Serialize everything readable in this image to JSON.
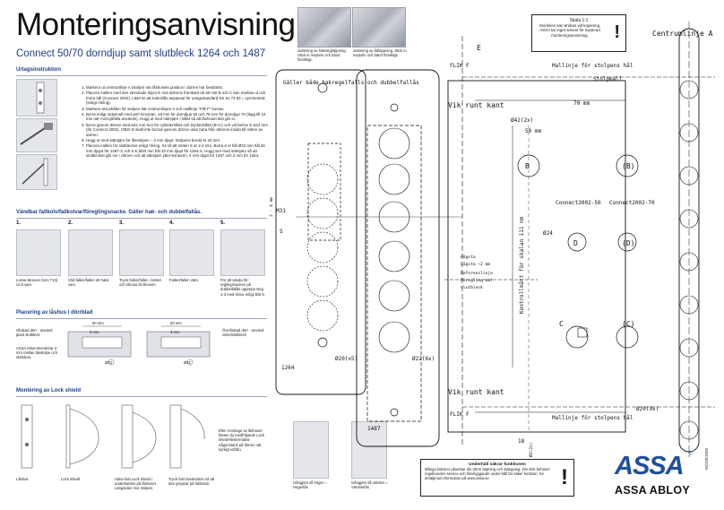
{
  "header": {
    "title": "Monteringsanvisning",
    "subtitle": "Connect 50/70 dorndjup samt slutbleck 1264 och 1487"
  },
  "photos_top": {
    "left_caption": "Justering av haktreglöppning. Stick in mejseln och bänd försiktigt.",
    "right_caption": "Justering av fallöppning. Stick in mejseln och bänd försiktigt."
  },
  "instructions": {
    "heading": "Urtagsinstruktion",
    "steps": [
      "Markera ut centrumlinje A (stolpe) när låshusets position i dörren har bestämts.",
      "Placera mallen med den streckade linjen E mot dörrens framkant så att mitt B och C kan markas ut och borra hål (Connect 2002). Läsrt är att insticklås anpassat för urtagsstandard SS 81 73 83 = symmetrisk (enligt ritning).",
      "Markera skruvhålen för stolpen där centrumlinjen A och malllinje \"Flik F\" korsas.",
      "Borra enligt stolpmall med ø20 mm/ytan. 18 mm för dorndjup 50 och 78 mm för dorndjup 70 (lägg till 10 mm när microjöfälla används). Hugg ut med stämjärn i hålet så att låshuset läst går in.",
      "Borra genom dörren med ø42 mm hon för cylinderhålet och tryckeshålet (B+C) och vid behov D ø24 mm (för Connect 2002). OBS! D skall inte borras igenom dörren utan bara från dörrens insida till mitten av dörren.",
      "Hugg ut med stämjärn för låsstolpen – 3 mm djupt. Stolpens bredd är 22 mm.",
      "Placera mallen för slutblecket enligt ritning. Se till att mitten S är 2-4 mm. Borra 6 st hål Ø22 mm hål 26 mm djupa för 1487-X och 5 st Ø20 mm hål 23 mm djupt för 1264-X. Hugg sen med stämjärn så att slutblecket går ner i dörren och att stämjärn ytter-konturen, 4 mm djupt för 1487 och 2 mm för 1264."
    ]
  },
  "vandbar": {
    "heading": "Vändbar fallkolv/fallkolvar/föreglingsnacke. Gäller hak- och dubbelfallås.",
    "steps": [
      {
        "n": "1.",
        "caption": "Lossa skruven (torx T10) ca 5 varv."
      },
      {
        "n": "2.",
        "caption": "Vrid fallen/fallen ett halvt varv."
      },
      {
        "n": "3.",
        "caption": "Tryck fallen/fallen i botten och skruva åt skruven."
      },
      {
        "n": "4.",
        "caption": "Fallen/fallen vänt."
      },
      {
        "n": "5.",
        "caption": "För att vända för-reglingsnacken på dubbelfallås upprepa steg 1-3 med skruv enligt bild 5."
      }
    ]
  },
  "placering": {
    "heading": "Placering av låshus i dörrblad",
    "left_note": "Ofalsad dörr - använd plant slutbleck",
    "assa_note": "ASSA rekommenderar 3 mm mellan låsstolpe och slutbleck.",
    "right_note": "Överfalsad dörr - använd vinkelslutbleck",
    "dim_50": "50 mm",
    "dim_3": "3 mm",
    "dim_phi42": "Ø42"
  },
  "lockshield": {
    "heading": "Montering av Lock shield",
    "captions": [
      "Låshus",
      "Lock shield",
      "Haka fast Lock shield i underkanten på låshuset. Längsidan mot stolpen.",
      "Tryck fast överkanten så att den greppar på fukkidan."
    ],
    "note": "Efter montage av låshuset fästes du medföljande Lock shield-klistermärke någonstans på dörren väl synligt utifrån."
  },
  "gangjarn": {
    "right": "Gångjärn till höger = Högerlås",
    "left": "Gångjärn till vänster = Vänsterlås"
  },
  "scale_box": {
    "title": "Skala 1:1",
    "note": "Storleken kan ändras vid kopiering. ASSA tar inget ansvar för kopierad monteringsanvisning.",
    "warn": "!"
  },
  "under_box": {
    "heading": "Underhåll säkrar funktionen",
    "body": "Många faktorer påverkar din dörrs öppning och stängning. Din dörr behöver regelbunden service och förebyggande under-håll för säker funktion. Se detaljerad information på www.assa.se",
    "warn": "!"
  },
  "drawing": {
    "centrumlinje": "Centrumlinje A",
    "mall_linje": "Mallinje för stolpens hål",
    "stolpmall": "Stolpmall",
    "flik_f": "FLIK F",
    "vik_runt": "Vik runt kant",
    "e_label": "E",
    "galler_text": "Gäller både hakregelfalls och dubbelfallås",
    "dim_70": "70 mm",
    "dim_50": "50 mm",
    "dim_42": "Ø42(2x)",
    "dim_24": "Ø24",
    "dim_20_5": "Ø20(x5)",
    "dim_22_6": "Ø22(6x)",
    "dim_20_9": "Ø20(9x)",
    "dim_2_4": "2 - 4 mm",
    "m31": "M31",
    "s_label": "S",
    "connect50": "Connect2002-50",
    "connect70": "Connect2002-70",
    "b": "B",
    "b2": "(B)",
    "c": "C",
    "c2": "(C)",
    "d": "D",
    "d2": "(D)",
    "kontroll": "Kontrollmått för skalan 111 mm",
    "hogsta": "Högsta",
    "lagsta": "Lägsta −2 mm",
    "referens": "Referenslinje",
    "foregling": "Föregling mot",
    "slutbleck": "slutbleck",
    "b1264": "1264",
    "b1487": "1487",
    "dim_18": "18",
    "dim_phi2": "Ø2(2x)"
  },
  "brand": {
    "logo": "ASSA",
    "reg": "®",
    "group": "ASSA ABLOY",
    "docnum": "M2328.0905"
  }
}
